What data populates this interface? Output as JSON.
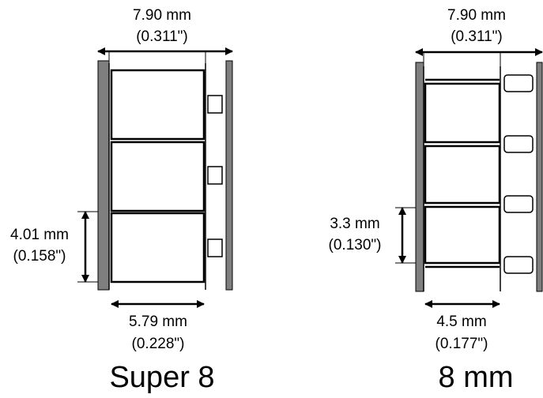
{
  "diagram": {
    "super8": {
      "title": "Super 8",
      "film_width": {
        "metric": "7.90 mm",
        "imperial": "(0.311\")"
      },
      "frame_height": {
        "metric": "4.01 mm",
        "imperial": "(0.158\")"
      },
      "frame_width": {
        "metric": "5.79 mm",
        "imperial": "(0.228\")"
      }
    },
    "regular8": {
      "title": "8 mm",
      "film_width": {
        "metric": "7.90 mm",
        "imperial": "(0.311\")"
      },
      "frame_height": {
        "metric": "3.3 mm",
        "imperial": "(0.130\")"
      },
      "frame_width": {
        "metric": "4.5 mm",
        "imperial": "(0.177\")"
      }
    },
    "colors": {
      "film_edge": "#7f7f7f",
      "line": "#000000",
      "background": "#ffffff"
    }
  }
}
